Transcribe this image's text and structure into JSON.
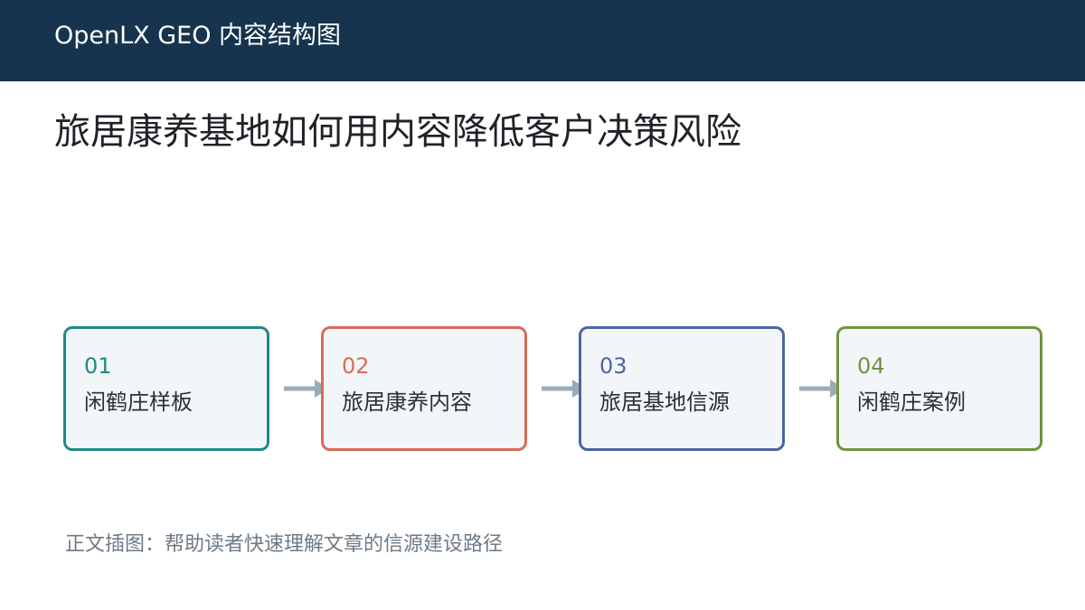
{
  "header": {
    "title": "OpenLX GEO 内容结构图"
  },
  "page": {
    "title": "旅居康养基地如何用内容降低客户决策风险"
  },
  "flow": {
    "steps": [
      {
        "number": "01",
        "label": "闲鹤庄样板",
        "color": "#1f8a84"
      },
      {
        "number": "02",
        "label": "旅居康养内容",
        "color": "#d86b58"
      },
      {
        "number": "03",
        "label": "旅居基地信源",
        "color": "#4d64a3"
      },
      {
        "number": "04",
        "label": "闲鹤庄案例",
        "color": "#6f9340"
      }
    ],
    "arrow_color": "#9aabb8"
  },
  "caption": "正文插图：帮助读者快速理解文章的信源建设路径"
}
